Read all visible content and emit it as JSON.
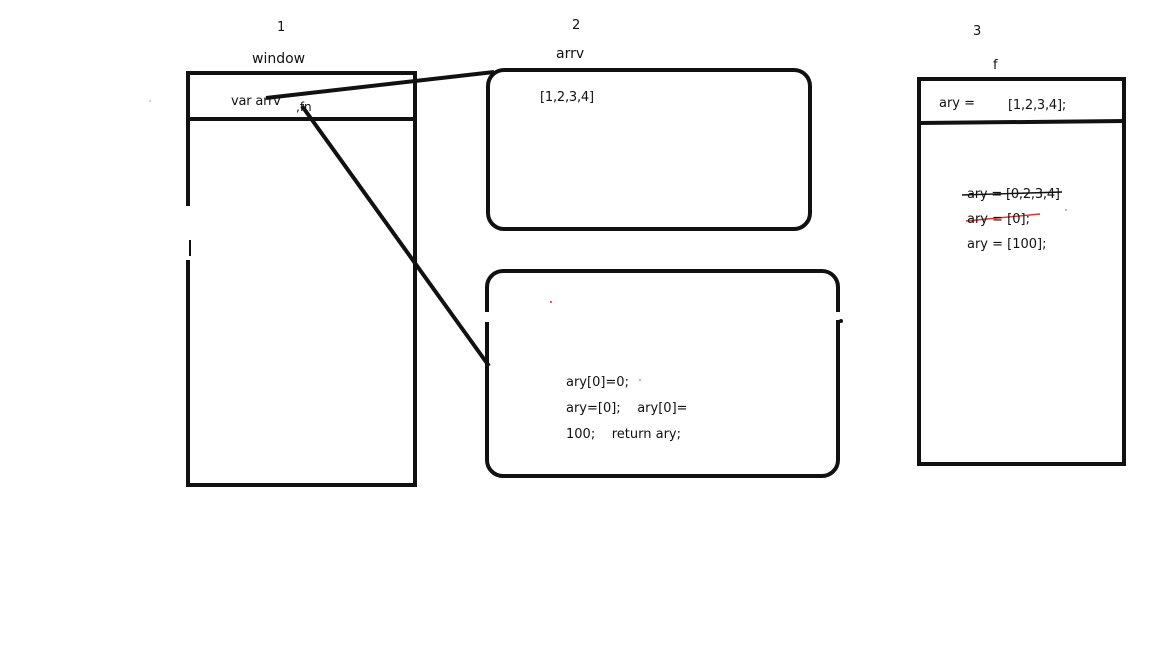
{
  "diagram": {
    "scope1": {
      "number": "1",
      "title": "window",
      "var_text": "var arrv",
      "fn_text": ",fn"
    },
    "heap_array": {
      "number": "2",
      "title": "arrv",
      "value": "[1,2,3,4]"
    },
    "heap_function": {
      "code_lines": [
        "ary[0]=0;",
        "ary=[0];    ary[0]=",
        "100;    return ary;"
      ]
    },
    "scope3": {
      "number": "3",
      "title": "f",
      "param_label": "ary =",
      "param_value": "[1,2,3,4];",
      "lines": [
        "ary = [0,2,3,4]",
        "ary = [0];",
        "ary = [100];"
      ]
    },
    "colors": {
      "stroke": "#111111",
      "strike": "#e0302a"
    }
  }
}
